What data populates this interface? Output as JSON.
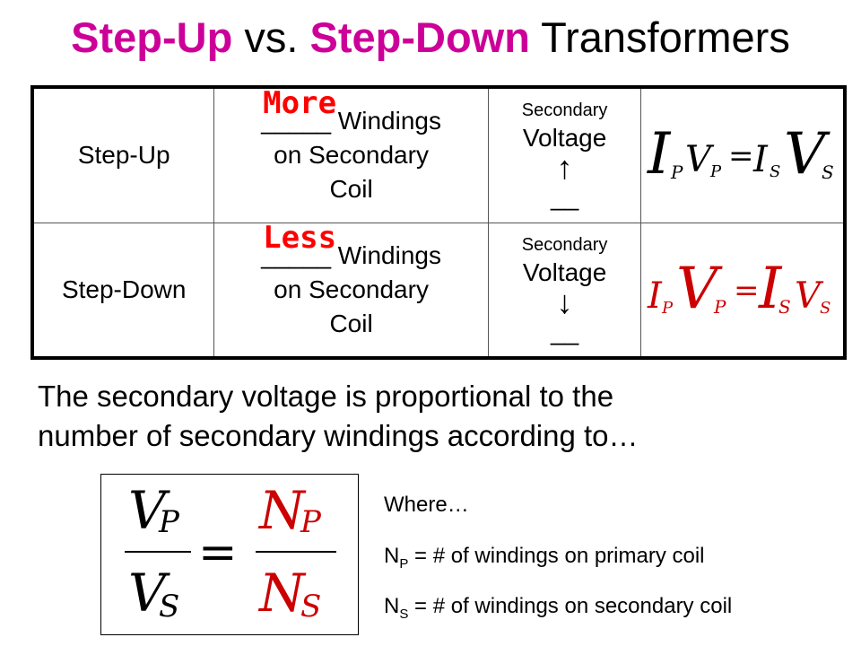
{
  "title": {
    "part1": "Step-Up",
    "part2": " vs. ",
    "part3": "Step-Down",
    "part4": " Transformers"
  },
  "colors": {
    "highlight": "#cc0099",
    "answer": "#ff0000",
    "border": "#000000"
  },
  "table": {
    "rows": [
      {
        "label": "Step-Up",
        "answer": "More",
        "blank": "_____",
        "windings_rest": " Windings",
        "windings_line2": "on Secondary",
        "windings_line3": "Coil",
        "secondary": "Secondary",
        "voltage": "Voltage",
        "arrow": "↑",
        "voltage_blank": "__",
        "equation": {
          "I": "I",
          "Isub": "P",
          "V": "V",
          "Vsub": "P",
          "eq": "=",
          "I2": "I",
          "I2sub": "S",
          "V2": "V",
          "V2sub": "S"
        }
      },
      {
        "label": "Step-Down",
        "answer": "Less",
        "blank": "_____",
        "windings_rest": " Windings",
        "windings_line2": "on Secondary",
        "windings_line3": "Coil",
        "secondary": "Secondary",
        "voltage": "Voltage",
        "arrow": "↓",
        "voltage_blank": "__",
        "equation": {
          "I": "I",
          "Isub": "P",
          "V": "V",
          "Vsub": "P",
          "eq": "=",
          "I2": "I",
          "I2sub": "S",
          "V2": "V",
          "V2sub": "S"
        }
      }
    ]
  },
  "paragraph": {
    "line1": "The secondary voltage is proportional to the",
    "line2": "number of secondary windings according to…"
  },
  "ratio_equation": {
    "num_left": "V",
    "num_left_sub": "P",
    "den_left": "V",
    "den_left_sub": "S",
    "eq": "=",
    "num_right": "N",
    "num_right_sub": "P",
    "den_right": "N",
    "den_right_sub": "S"
  },
  "definitions": {
    "where": "Where…",
    "np": {
      "sym": "N",
      "sub": "P",
      "text": " = # of windings on primary coil"
    },
    "ns": {
      "sym": "N",
      "sub": "S",
      "text": " = # of windings on secondary coil"
    }
  }
}
